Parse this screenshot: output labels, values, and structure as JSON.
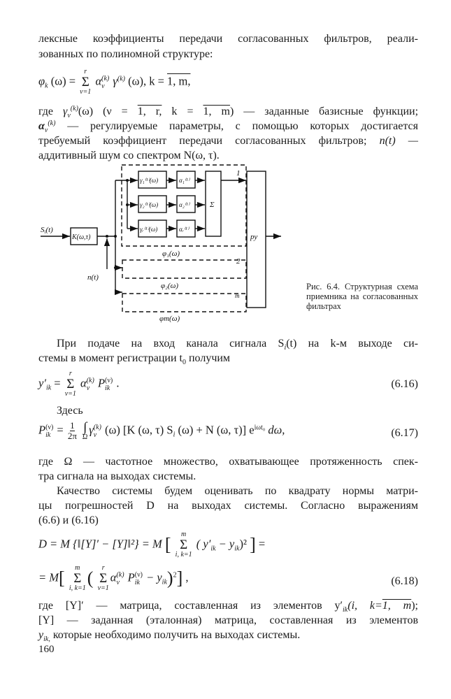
{
  "text": {
    "l1": "лексные коэффициенты передачи согласованных фильтров, реали-",
    "l2": "зованных по полиномной структуре:",
    "where1_a": "где",
    "where1_b": "— заданные базисные функции;",
    "l4": "— регулируемые параметры, с помощью которых достигается",
    "l5": "требуемый коэффициент передачи согласованных фильтров;",
    "l5_nt": "n(t) —",
    "l6": "аддитивный шум со спектром N(ω, τ).",
    "p2_1": "При подаче на вход канала сигнала S",
    "p2_1b": "(t) на k-м выходе си-",
    "p2_2": "стемы в момент регистрации t",
    "p2_2b": " получим",
    "zdes": "Здесь",
    "p3_1": "где Ω — частотное множество, охватывающее протяженность спек-",
    "p3_2": "тра сигнала на выходах системы.",
    "p4_1": "Качество системы будем оценивать по квадрату нормы матри-",
    "p4_2": "цы погрешностей D на выходах системы. Согласно выражениям",
    "p4_3": "(6.6) и (6.16)",
    "p5_1a": "где [Y]′ — матрица, составленная из элементов y′",
    "p5_1b": "(i, k=",
    "p5_1c": "1, m",
    "p5_1d": ");",
    "p5_2": "[Y] — заданная (эталонная) матрица, составленная из элементов",
    "p5_3": " которые необходимо получить на выходах системы."
  },
  "equations": {
    "phi": {
      "lhs": "φ",
      "lhs_sub": "k",
      "arg": " (ω) = ",
      "sum_top": "r",
      "sum_bot": "ν=1",
      "body": "α",
      "body2": " γ",
      "sup": "(k)",
      "sub": "ν",
      "tail": " (ω),   k = ",
      "range": "1, m,"
    },
    "gamma": {
      "sym": "γ",
      "sub": "ν",
      "sup": "(k)",
      "arg": "(ω)  (ν = ",
      "r1": "1, r,",
      "mid": "  k = ",
      "r2": "1, m",
      "close": ")"
    },
    "alpha": {
      "sym": "α",
      "sub": "ν",
      "sup": "(k)"
    },
    "e616": {
      "lhs": "y′",
      "lhs_sub": "ik",
      "eqs": " = ",
      "sum_top": "r",
      "sum_bot": "ν=1",
      "a": "α",
      "a_sup": "(k)",
      "a_sub": "ν",
      "p": " P",
      "p_sup": "(ν)",
      "p_sub": "ik",
      "end": " .",
      "number": "(6.16)"
    },
    "e617": {
      "lhs": "P",
      "lhs_sup": "(ν)",
      "lhs_sub": "ik",
      "eqs": " = ",
      "frac_num": "1",
      "frac_den": "2π",
      "int_bot": "Ω",
      "body": "γ",
      "body_sup": "(k)",
      "body_sub": "ν",
      "rest": " (ω) [K (ω, τ) S",
      "si_sub": "i",
      "rest2": " (ω) + N (ω, τ)] e",
      "exp": "iωt₀",
      "end": " dω,",
      "number": "(6.17)"
    },
    "e618a": {
      "lhs": "D = M {‖[Y]′ − [Y]‖²} = M",
      "sum_top": "m",
      "sum_bot": "i, k=1",
      "body": "( y′",
      "b_sub": "ik",
      "body2": " − y",
      "b2_sub": "ik",
      "close": ")²",
      "end": " ="
    },
    "e618b": {
      "lhs": "= M",
      "sum_top": "m",
      "sum_bot": "i, k=1",
      "sum2_top": "r",
      "sum2_bot": "ν=1",
      "a": "α",
      "a_sup": "(k)",
      "a_sub": "ν",
      "p": " P",
      "p_sup": "(ν)",
      "p_sub": "ik",
      "minus": " − y",
      "y_sub": "ik",
      "sq": "2",
      "end": " ,",
      "number": "(6.18)"
    },
    "yik": {
      "sym": "y",
      "sub": "ik,"
    }
  },
  "diagram": {
    "input": "S",
    "input_sub": "i",
    "input_arg": "(t)",
    "k_block": "K(ω,τ)",
    "noise": "n(t)",
    "gammas": [
      "γ₁⁽¹⁾(ω)",
      "γ₂⁽¹⁾(ω)",
      "γᵣ⁽¹⁾(ω)"
    ],
    "alphas": [
      "α₁⁽¹⁾",
      "α₂⁽¹⁾",
      "αᵣ⁽¹⁾"
    ],
    "sum": "Σ",
    "decision": "ру",
    "phi_labels": [
      "φ₁(ω)",
      "φ₂(ω)",
      "φm(ω)"
    ],
    "out_labels": [
      "1",
      "2",
      "m"
    ]
  },
  "caption": "Рис. 6.4. Структурная схема приемника на согласованных фильтрах",
  "page_number": "160"
}
